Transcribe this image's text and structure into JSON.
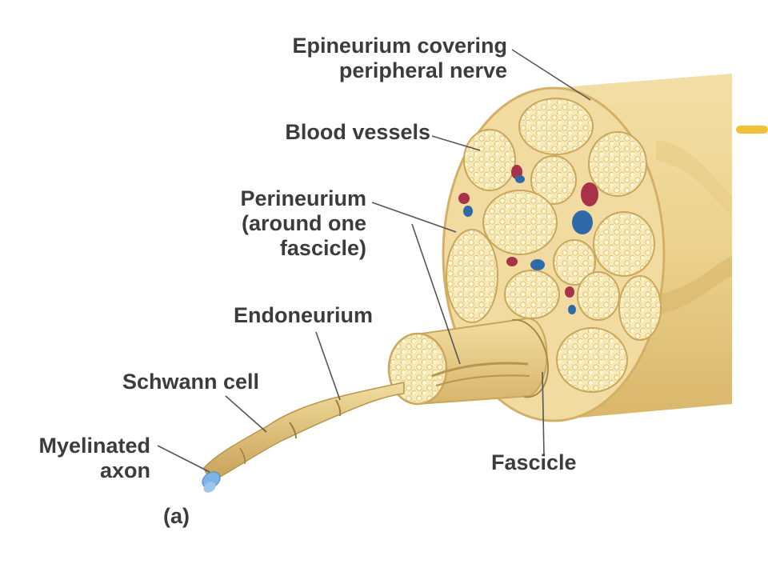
{
  "labels": {
    "epineurium": [
      "Epineurium covering",
      "peripheral nerve"
    ],
    "blood_vessels": [
      "Blood vessels"
    ],
    "perineurium": [
      "Perineurium",
      "(around one",
      "fascicle)"
    ],
    "endoneurium": [
      "Endoneurium"
    ],
    "schwann_cell": [
      "Schwann cell"
    ],
    "myelinated_axon": [
      "Myelinated",
      "axon"
    ],
    "fascicle": [
      "Fascicle"
    ],
    "panel": [
      "(a)"
    ]
  },
  "colors": {
    "connective_tissue": "#f0d99a",
    "connective_shadow": "#d9b96a",
    "fascicle_fill": "#f7eab7",
    "axon_dot": "#fff6d6",
    "artery": "#a8324a",
    "vein": "#2f6aa8",
    "axon_core": "#7fb3e6",
    "text": "#3c3c3c"
  }
}
